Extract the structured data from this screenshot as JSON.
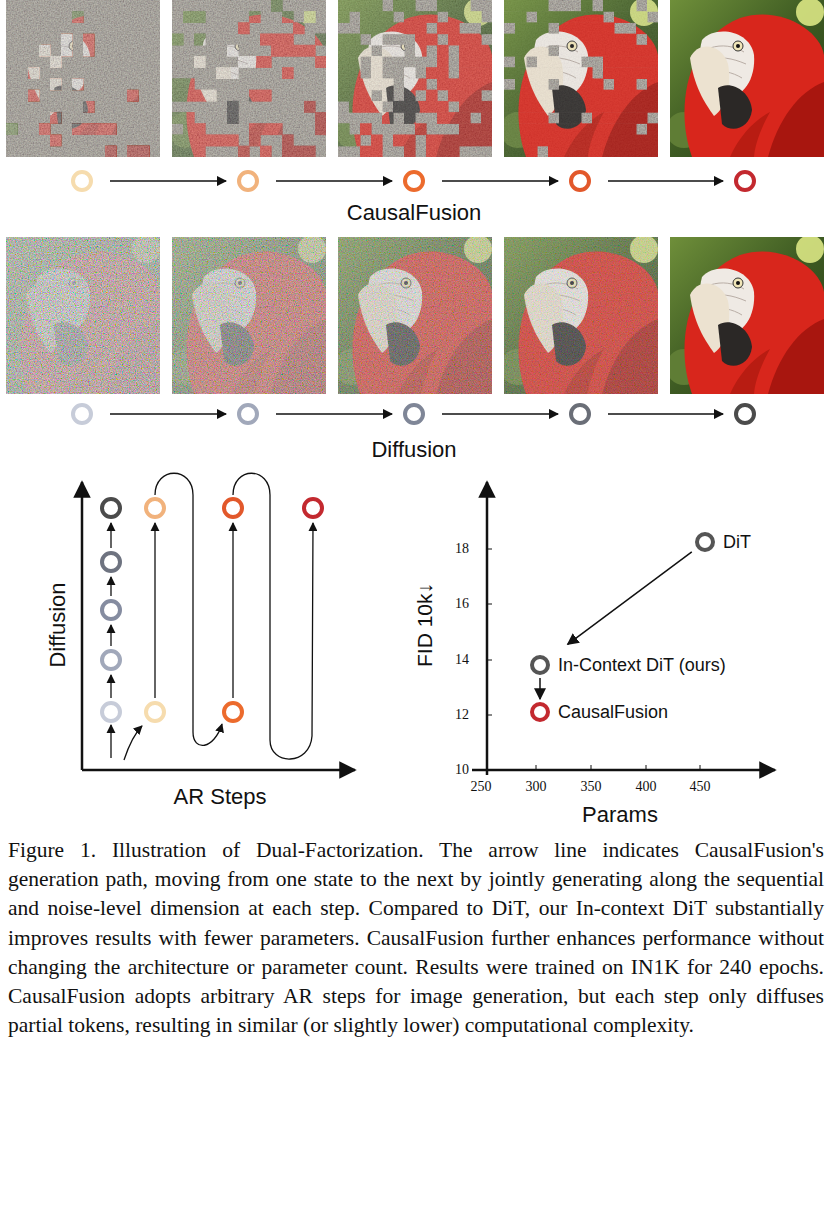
{
  "diagram": {
    "caption": "Figure 1. Illustration of Dual-Factorization. The arrow line indicates CausalFusion's generation path, moving from one state to the next by jointly generating along the sequential and noise-level dimension at each step. Compared to DiT, our In-context DiT substantially improves results with fewer parameters. CausalFusion further enhances performance without changing the architecture or parameter count. Results were trained on IN1K for 240 epochs. CausalFusion adopts arbitrary AR steps for image generation, but each step only diffuses partial tokens, resulting in similar (or slightly lower) computational complexity.",
    "nodes": [
      {
        "text": [
          "DiT"
        ]
      },
      {
        "text": [
          "In-Context DiT (ours)"
        ]
      },
      {
        "text": [
          "CausalFusion"
        ]
      }
    ],
    "edges": [
      {
        "from": 0,
        "to": 1,
        "arrow": "to"
      },
      {
        "from": 1,
        "to": 2,
        "arrow": "to"
      }
    ],
    "labels": [
      "CausalFusion",
      "Diffusion",
      "Diffusion",
      "AR Steps",
      "FID 10k↓",
      "18",
      "16",
      "14",
      "12",
      "10",
      "250",
      "300",
      "350",
      "400",
      "450",
      "Params"
    ]
  }
}
